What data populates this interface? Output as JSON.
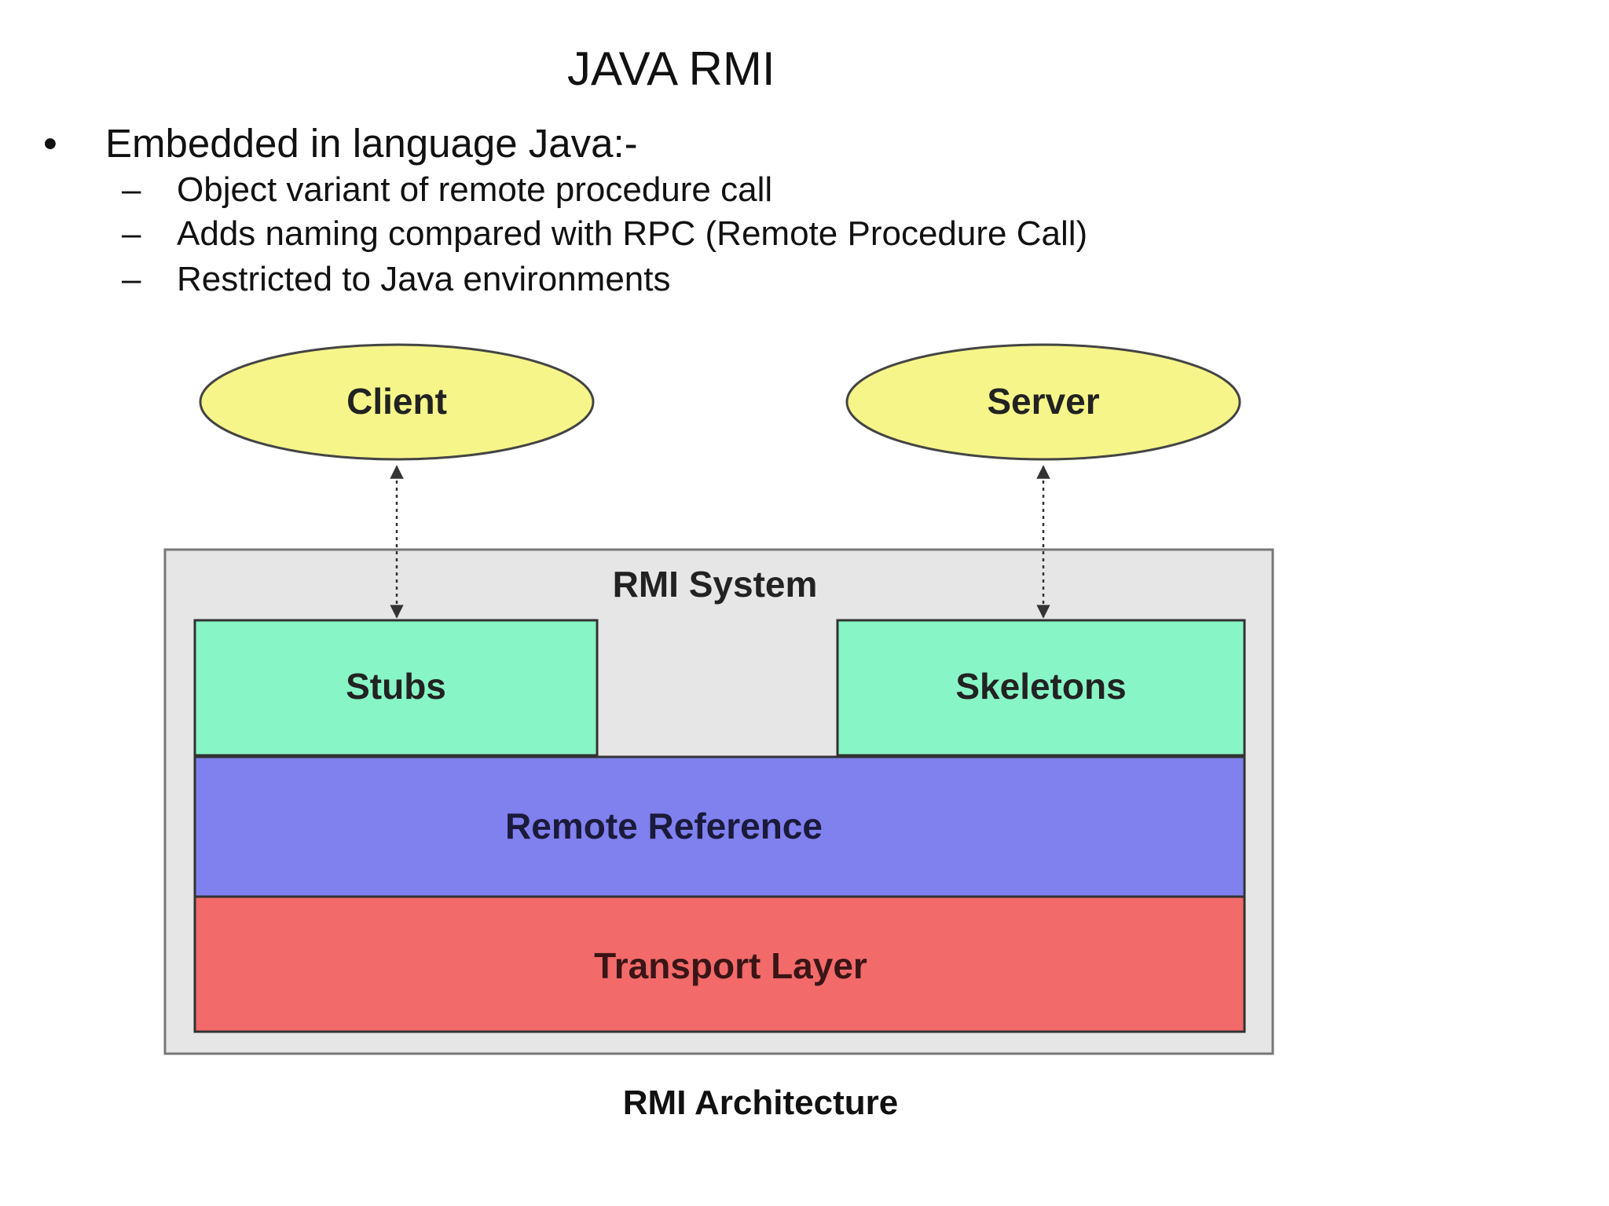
{
  "title": "JAVA RMI",
  "bullet": {
    "marker": "•",
    "text": "Embedded in language Java:-",
    "sub_marker": "–",
    "sub_items": [
      "Object variant of remote procedure call",
      "Adds naming compared with RPC (Remote Procedure Call)",
      "Restricted to Java environments"
    ]
  },
  "diagram": {
    "client_label": "Client",
    "server_label": "Server",
    "system_label": "RMI System",
    "stubs_label": "Stubs",
    "skeletons_label": "Skeletons",
    "remote_reference_label": "Remote Reference",
    "transport_label": "Transport Layer",
    "colors": {
      "ellipse_fill": "#f5f58a",
      "system_fill": "#e6e6e6",
      "stubs_fill": "#88f5c6",
      "reference_fill": "#8080ee",
      "transport_fill": "#f26a6a",
      "text": "#222222"
    }
  },
  "caption": "RMI Architecture"
}
